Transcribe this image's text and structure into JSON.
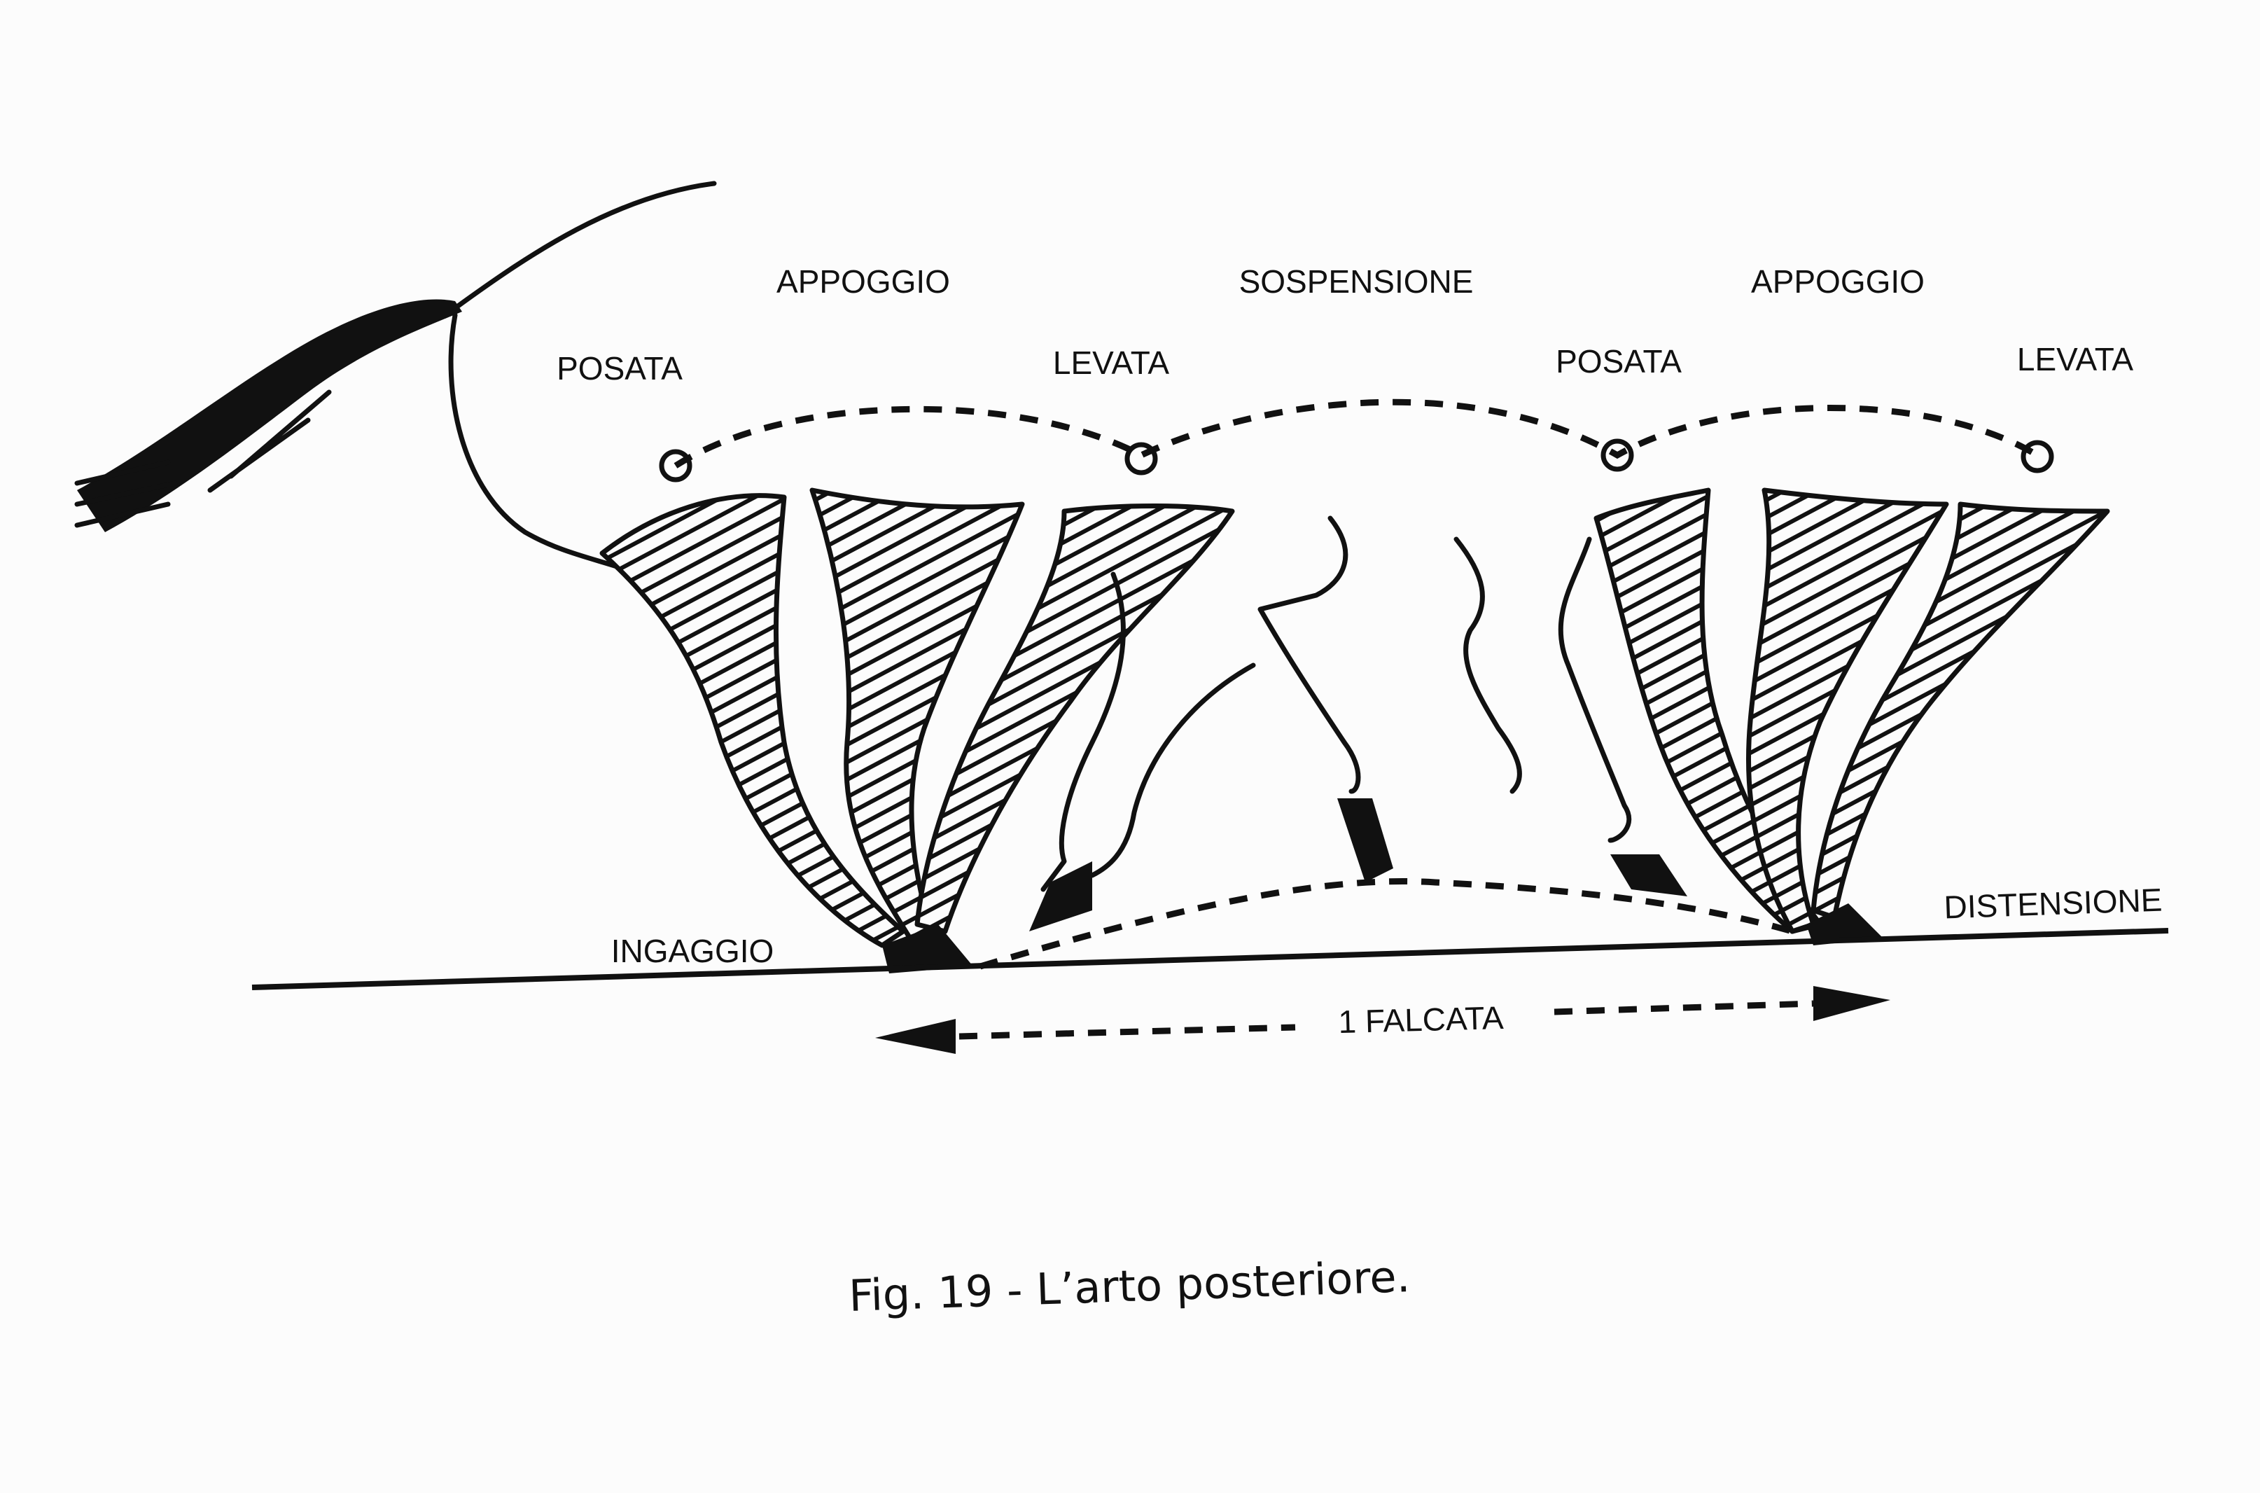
{
  "diagram": {
    "phase_labels": {
      "support_1": "APPOGGIO",
      "suspension": "SOSPENSIONE",
      "support_2": "APPOGGIO"
    },
    "subphase_labels": {
      "landing_1": "POSATA",
      "lift_1": "LEVATA",
      "landing_2": "POSATA",
      "lift_2": "LEVATA"
    },
    "engagement_label": "INGAGGIO",
    "extension_label": "DISTENSIONE",
    "stride_label": "1 FALCATA"
  },
  "caption": "Fig. 19 - L’arto posteriore."
}
